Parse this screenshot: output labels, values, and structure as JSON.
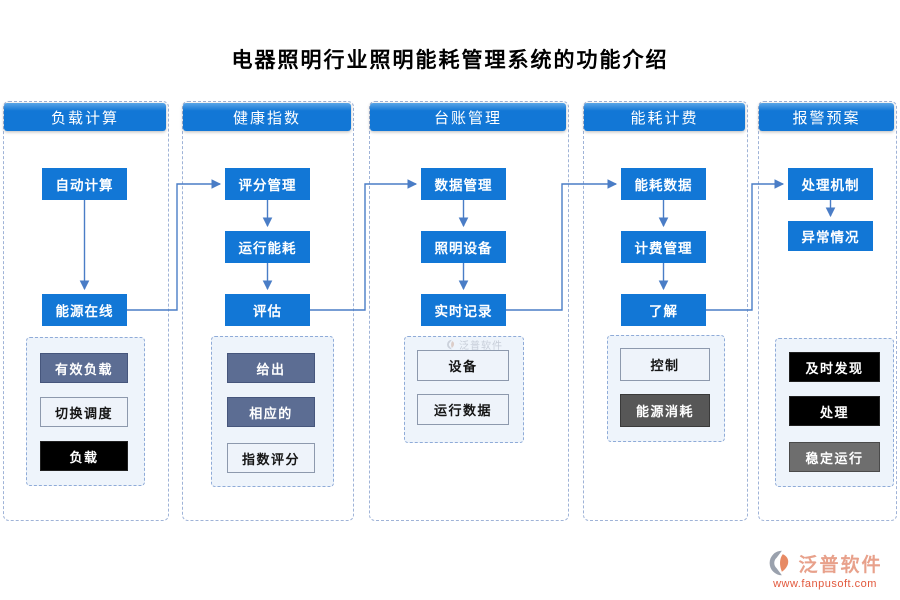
{
  "title": "电器照明行业照明能耗管理系统的功能介绍",
  "columns": [
    {
      "header": "负载计算",
      "flow": [
        "自动计算",
        "能源在线"
      ],
      "tags": [
        {
          "label": "有效负载",
          "variant": "slate"
        },
        {
          "label": "切换调度",
          "variant": "light"
        },
        {
          "label": "负载",
          "variant": "black"
        }
      ]
    },
    {
      "header": "健康指数",
      "flow": [
        "评分管理",
        "运行能耗",
        "评估"
      ],
      "tags": [
        {
          "label": "给出",
          "variant": "slate"
        },
        {
          "label": "相应的",
          "variant": "slate"
        },
        {
          "label": "指数评分",
          "variant": "light"
        }
      ]
    },
    {
      "header": "台账管理",
      "flow": [
        "数据管理",
        "照明设备",
        "实时记录"
      ],
      "tags": [
        {
          "label": "设备",
          "variant": "light"
        },
        {
          "label": "运行数据",
          "variant": "light"
        }
      ]
    },
    {
      "header": "能耗计费",
      "flow": [
        "能耗数据",
        "计费管理",
        "了解"
      ],
      "tags": [
        {
          "label": "控制",
          "variant": "light"
        },
        {
          "label": "能源消耗",
          "variant": "darkgray"
        }
      ]
    },
    {
      "header": "报警预案",
      "flow": [
        "处理机制",
        "异常情况"
      ],
      "tags": [
        {
          "label": "及时发现",
          "variant": "black"
        },
        {
          "label": "处理",
          "variant": "black"
        },
        {
          "label": "稳定运行",
          "variant": "gray"
        }
      ]
    }
  ],
  "watermark": {
    "brand": "泛普软件"
  },
  "footer_logo": {
    "brand": "泛普软件",
    "url": "www.fanpusoft.com"
  },
  "colors": {
    "primary_blue": "#1277d6",
    "connector_blue": "#4a7dc6",
    "slate": "#5c6d93",
    "black_box": "#000000",
    "dark_gray": "#575757",
    "brand_salmon": "#e8a18b",
    "brand_red": "#e2593d"
  }
}
